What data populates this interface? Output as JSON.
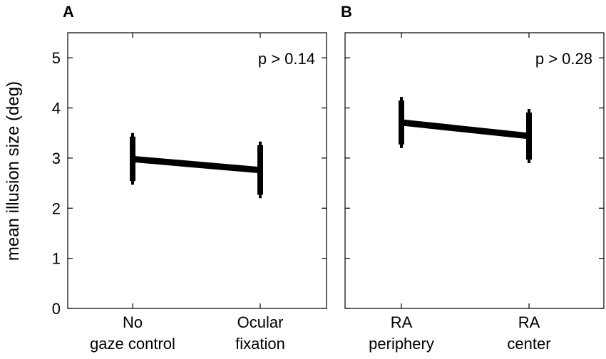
{
  "ylabel": "mean illusion size (deg)",
  "chart_data": [
    {
      "type": "line",
      "panel": "A",
      "annotation": "p > 0.14",
      "categories": [
        [
          "No",
          "gaze control"
        ],
        [
          "Ocular",
          "fixation"
        ]
      ],
      "values": [
        2.98,
        2.76
      ],
      "err_low": [
        2.47,
        2.2
      ],
      "err_high": [
        3.5,
        3.33
      ],
      "ylim": [
        0,
        5.5
      ],
      "yticks": [
        0,
        1,
        2,
        3,
        4,
        5
      ]
    },
    {
      "type": "line",
      "panel": "B",
      "annotation": "p > 0.28",
      "categories": [
        [
          "RA",
          "periphery"
        ],
        [
          "RA",
          "center"
        ]
      ],
      "values": [
        3.71,
        3.44
      ],
      "err_low": [
        3.2,
        2.9
      ],
      "err_high": [
        4.22,
        3.98
      ],
      "ylim": [
        0,
        5.5
      ],
      "yticks": [
        0,
        1,
        2,
        3,
        4,
        5
      ]
    }
  ]
}
